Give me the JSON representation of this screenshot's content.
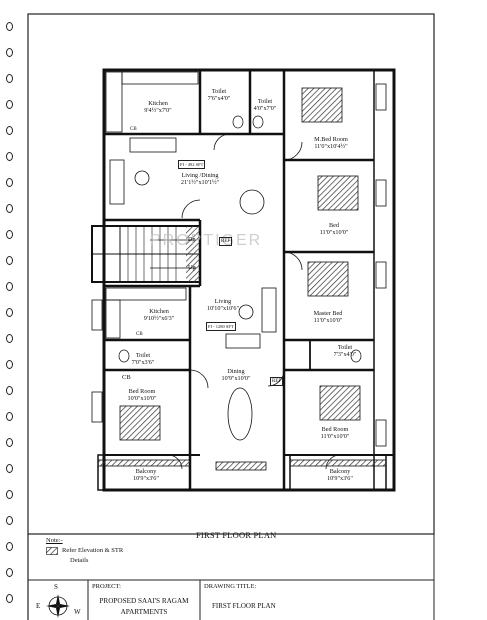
{
  "drawing": {
    "title": "FIRST FLOOR PLAN",
    "watermark": "PROPTIGER"
  },
  "rooms": [
    {
      "id": "kitchen-top",
      "name": "Kitchen",
      "size": "9'4½\"x7'0\""
    },
    {
      "id": "toilet-top-left",
      "name": "Toilet",
      "size": "7'6\"x4'0\""
    },
    {
      "id": "toilet-top-right",
      "name": "Toilet",
      "size": "4'0\"x7'0\""
    },
    {
      "id": "mbed-top",
      "name": "M.Bed Room",
      "size": "11'0\"x10'4½\""
    },
    {
      "id": "living-dining-top",
      "name": "Living /Dining",
      "size": "21'1½\"x10'1½\""
    },
    {
      "id": "bed-top-right",
      "name": "Bed",
      "size": "11'0\"x10'0\""
    },
    {
      "id": "kitchen-mid",
      "name": "Kitchen",
      "size": "9'10½\"x6'3\""
    },
    {
      "id": "living-mid",
      "name": "Living",
      "size": "10'10\"x10'6\""
    },
    {
      "id": "master-bed-mid",
      "name": "Master Bed",
      "size": "11'0\"x10'0\""
    },
    {
      "id": "toilet-mid-left",
      "name": "Toilet",
      "size": "7'0\"x3'6\""
    },
    {
      "id": "toilet-mid-right",
      "name": "Toilet",
      "size": "7'3\"x4'0\""
    },
    {
      "id": "bed-room-bottom-left",
      "name": "Bed Room",
      "size": "10'0\"x10'0\""
    },
    {
      "id": "dining-bottom",
      "name": "Dining",
      "size": "10'9\"x10'0\""
    },
    {
      "id": "bed-room-bottom-right",
      "name": "Bed Room",
      "size": "11'0\"x10'0\""
    },
    {
      "id": "balcony-left",
      "name": "Balcony",
      "size": "10'9\"x3'6\""
    },
    {
      "id": "balcony-right",
      "name": "Balcony",
      "size": "10'9\"x3'6\""
    }
  ],
  "tags": {
    "cb": "CB",
    "dn": "Dn",
    "up": "Up",
    "ref": "REF",
    "area_top": "FI - 492 SFT",
    "area_mid": "FI - 1280 SFT"
  },
  "legend": {
    "note_label": "Note:-",
    "item_text": "Refer Elevation & STR",
    "item_text_2": "Details"
  },
  "title_block": {
    "compass_s": "S",
    "compass_e": "E",
    "compass_w": "W",
    "project_label": "PROJECT:",
    "project_line1": "PROPOSED SAAI'S RAGAM",
    "project_line2": "APARTMENTS",
    "drawing_title_label": "DRAWING TITLE:",
    "drawing_title_value": "FIRST FLOOR PLAN"
  }
}
